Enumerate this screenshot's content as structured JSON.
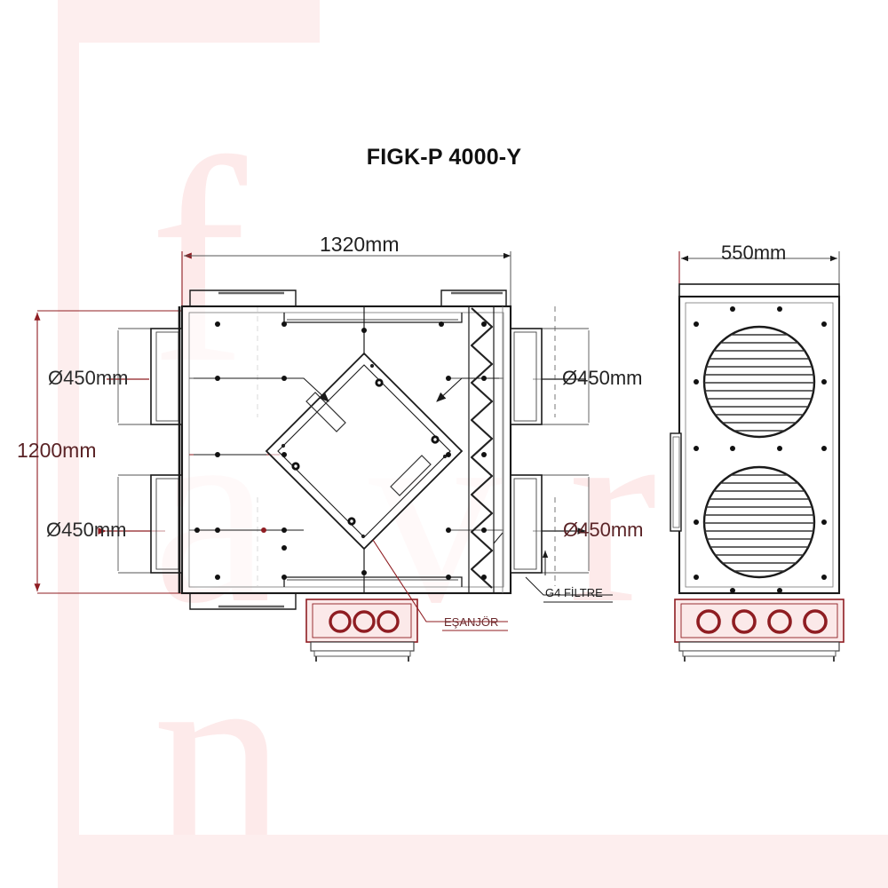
{
  "drawing": {
    "title": "FIGK-P 4000-Y",
    "type": "technical-dimension-drawing",
    "watermark_letters": [
      "f",
      "a",
      "v",
      "r",
      "n"
    ],
    "colors": {
      "line": "#1a1a1a",
      "thin_line": "#555555",
      "red_accent": "#8f1d22",
      "watermark": "#fdeaea",
      "watermark_band": "#fdeeee",
      "background": "#ffffff"
    }
  },
  "dimensions": {
    "front_width": "1320mm",
    "front_height": "1200mm",
    "side_width": "550mm",
    "duct_top_left": "Ø450mm",
    "duct_bottom_left": "Ø450mm",
    "duct_top_right": "Ø450mm",
    "duct_bottom_right": "Ø450mm"
  },
  "annotations": {
    "filter": "G4 FİLTRE",
    "exchanger": "EŞANJÖR"
  },
  "views": {
    "front": {
      "name": "front-view",
      "duct_count": 4,
      "base_grommets": 3,
      "exchanger_shape": "diamond",
      "filter_shape": "zigzag"
    },
    "side": {
      "name": "side-view",
      "fan_count": 2,
      "base_grommets": 4
    }
  }
}
